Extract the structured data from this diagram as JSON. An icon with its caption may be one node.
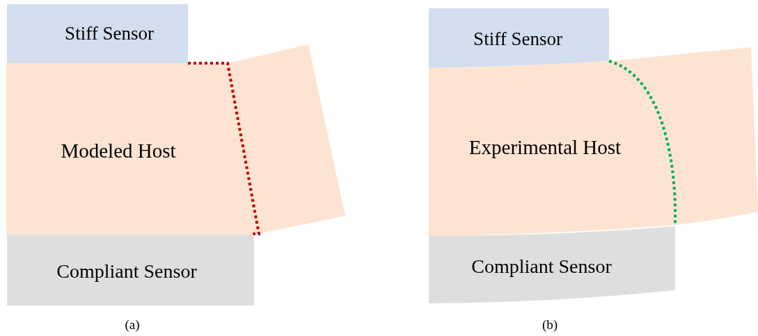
{
  "diagram": {
    "nodes": [
      {
        "text": [
          "Stiff Sensor"
        ]
      },
      {
        "text": [
          "Modeled Host"
        ]
      },
      {
        "text": [
          "Compliant Sensor"
        ]
      },
      {
        "text": [
          "Stiff Sensor"
        ]
      },
      {
        "text": [
          "Experimental Host"
        ]
      },
      {
        "text": [
          "Compliant Sensor"
        ]
      }
    ],
    "labels": [
      "(a)",
      "(b)"
    ]
  }
}
